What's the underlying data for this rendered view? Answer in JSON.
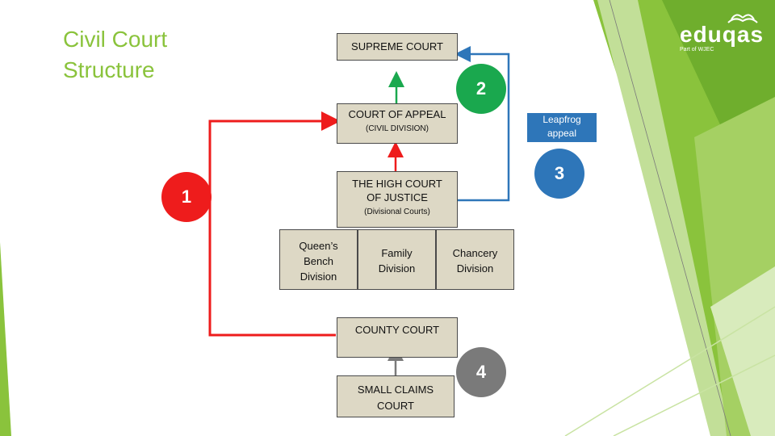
{
  "title": {
    "line1": "Civil Court",
    "line2": "Structure"
  },
  "logo": {
    "name": "eduqas",
    "tagline": "Part of WJEC",
    "icon": "book-icon"
  },
  "nodes": {
    "supreme_court": {
      "label": "SUPREME COURT"
    },
    "court_of_appeal": {
      "label": "COURT OF APPEAL",
      "sub": "(CIVIL DIVISION)"
    },
    "high_court": {
      "label_line1": "THE HIGH COURT",
      "label_line2": "OF JUSTICE",
      "sub": "(Divisional Courts)"
    },
    "queens_bench": {
      "line1": "Queen’s",
      "line2": "Bench",
      "line3": "Division"
    },
    "family": {
      "line1": "Family",
      "line2": "Division"
    },
    "chancery": {
      "line1": "Chancery",
      "line2": "Division"
    },
    "county_court": {
      "label": "COUNTY COURT"
    },
    "small_claims": {
      "line1": "SMALL CLAIMS",
      "line2": "COURT"
    }
  },
  "markers": {
    "m1": "1",
    "m2": "2",
    "m3": "3",
    "m4": "4"
  },
  "leapfrog": {
    "line1": "Leapfrog",
    "line2": "appeal"
  },
  "colors": {
    "green": "#8ac33c",
    "red": "#ee1c1c",
    "route_green": "#1aa84e",
    "blue": "#2e76b9",
    "grey": "#7a7a7a",
    "box": "#ddd8c5"
  }
}
